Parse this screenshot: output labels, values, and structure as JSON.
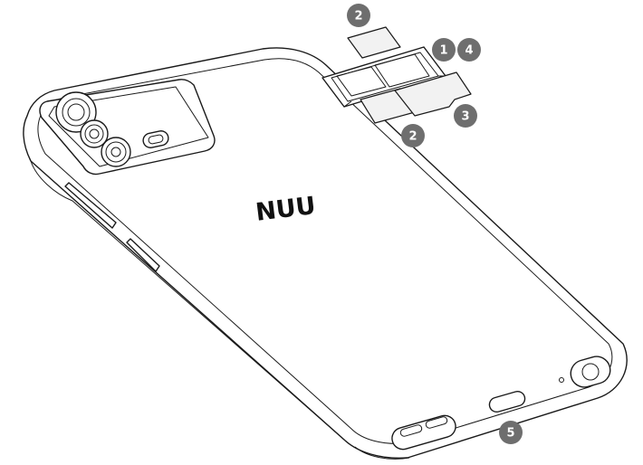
{
  "diagram": {
    "brand_logo": "NUU",
    "callouts": [
      {
        "id": "sim-card-top",
        "label": "2"
      },
      {
        "id": "sim-tray",
        "label": "1"
      },
      {
        "id": "sim-tray-eject",
        "label": "4"
      },
      {
        "id": "microsd-card",
        "label": "3"
      },
      {
        "id": "sim-card-bottom",
        "label": "2"
      },
      {
        "id": "usb-port",
        "label": "5"
      }
    ],
    "colors": {
      "outline": "#1a1a1a",
      "badge": "#6e6e6e",
      "badge_text": "#ffffff",
      "background": "#ffffff"
    }
  }
}
